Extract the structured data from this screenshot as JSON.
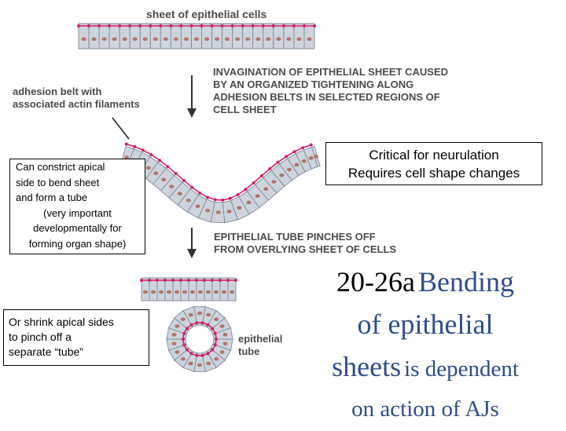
{
  "labels": {
    "sheet": "sheet of epithelial cells",
    "invagination": [
      "INVAGINATION OF EPITHELIAL SHEET CAUSED",
      "BY AN ORGANIZED TIGHTENING ALONG",
      "ADHESION BELTS IN SELECTED REGIONS OF",
      "CELL SHEET"
    ],
    "adhesion": [
      "adhesion belt with",
      "associated actin filaments"
    ],
    "pinch": [
      "EPITHELIAL TUBE PINCHES OFF",
      "FROM OVERLYING SHEET OF CELLS"
    ],
    "tube": [
      "epithelial",
      "tube"
    ]
  },
  "notes": {
    "constrict": [
      "Can constrict apical",
      "side to bend sheet",
      "and form a tube",
      "(very important",
      "developmentally for",
      "forming organ shape)"
    ],
    "neurulation": [
      "Critical for neurulation",
      "Requires cell shape changes"
    ],
    "shrink": [
      "Or shrink apical sides",
      "to pinch off a",
      "separate “tube”"
    ]
  },
  "title": {
    "part1": "20-26a",
    "part2": "Bending",
    "part3": "of epithelial",
    "part4": "sheets",
    "part5": "is dependent",
    "part6": "on action of AJs"
  },
  "colors": {
    "cell_fill": "#cdd4dd",
    "cell_stroke": "#7f8b98",
    "nucleus": "#b07468",
    "belt": "#d0206a",
    "title_blue": "#2e4d8b"
  }
}
